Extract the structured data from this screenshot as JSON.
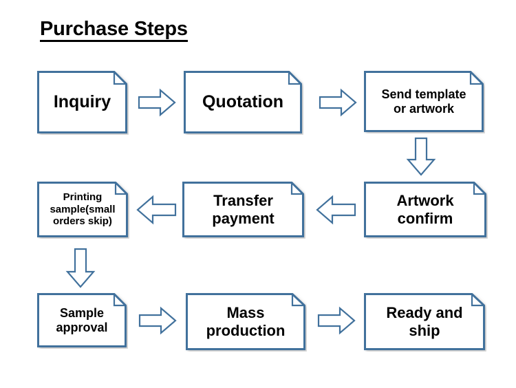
{
  "title": {
    "text": "Purchase Steps",
    "underlined": true,
    "color": "#000000"
  },
  "theme": {
    "box_border_color": "#41719C",
    "box_fill_color": "#FFFFFF",
    "arrow_stroke_color": "#41719C",
    "arrow_fill_color": "#FFFFFF",
    "text_color": "#000000",
    "shadow_color": "#BFBFBF",
    "background": "#FFFFFF"
  },
  "diagram": {
    "type": "flowchart",
    "flow_direction": "serpentine: row1 left-to-right, row2 right-to-left, row3 left-to-right",
    "steps": [
      {
        "id": "inquiry",
        "order": 1,
        "label": "Inquiry",
        "row": 1,
        "col": 1
      },
      {
        "id": "quotation",
        "order": 2,
        "label": "Quotation",
        "row": 1,
        "col": 2
      },
      {
        "id": "send-template",
        "order": 3,
        "label": "Send template\nor artwork",
        "row": 1,
        "col": 3
      },
      {
        "id": "artwork-confirm",
        "order": 4,
        "label": "Artwork\nconfirm",
        "row": 2,
        "col": 3
      },
      {
        "id": "transfer-payment",
        "order": 5,
        "label": "Transfer\npayment",
        "row": 2,
        "col": 2
      },
      {
        "id": "printing-sample",
        "order": 6,
        "label": "Printing\nsample(small\norders skip)",
        "row": 2,
        "col": 1
      },
      {
        "id": "sample-approval",
        "order": 7,
        "label": "Sample\napproval",
        "row": 3,
        "col": 1
      },
      {
        "id": "mass-production",
        "order": 8,
        "label": "Mass\nproduction",
        "row": 3,
        "col": 2
      },
      {
        "id": "ready-and-ship",
        "order": 9,
        "label": "Ready and\nship",
        "row": 3,
        "col": 3
      }
    ],
    "connectors": [
      {
        "id": "a1",
        "from": "inquiry",
        "to": "quotation",
        "direction": "right"
      },
      {
        "id": "a2",
        "from": "quotation",
        "to": "send-template",
        "direction": "right"
      },
      {
        "id": "a3",
        "from": "send-template",
        "to": "artwork-confirm",
        "direction": "down"
      },
      {
        "id": "a4",
        "from": "artwork-confirm",
        "to": "transfer-payment",
        "direction": "left"
      },
      {
        "id": "a5",
        "from": "transfer-payment",
        "to": "printing-sample",
        "direction": "left"
      },
      {
        "id": "a6",
        "from": "printing-sample",
        "to": "sample-approval",
        "direction": "down"
      },
      {
        "id": "a7",
        "from": "sample-approval",
        "to": "mass-production",
        "direction": "right"
      },
      {
        "id": "a8",
        "from": "mass-production",
        "to": "ready-and-ship",
        "direction": "right"
      }
    ]
  }
}
